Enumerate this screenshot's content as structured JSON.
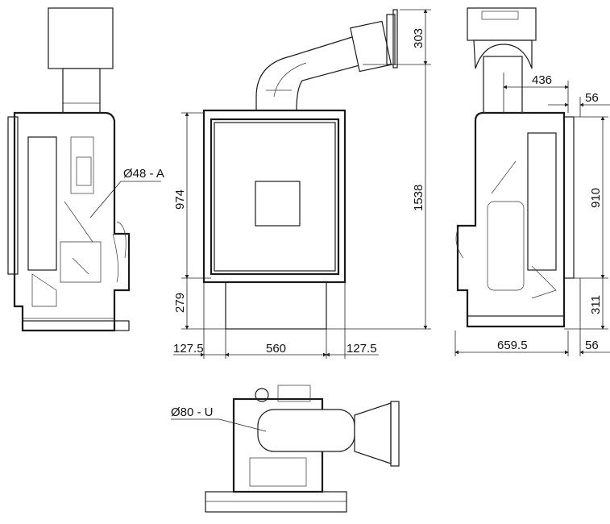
{
  "front_view": {
    "dim_flue_height": "303",
    "dim_total_height": "1538",
    "dim_glass_height": "974",
    "dim_base_height": "279",
    "dim_left_margin": "127.5",
    "dim_base_width": "560",
    "dim_right_margin": "127.5"
  },
  "left_view": {
    "label_air_inlet": "Ø48 - A"
  },
  "right_view": {
    "dim_flue_offset": "436",
    "dim_top_frame": "56",
    "dim_frame_height": "910",
    "dim_bottom_height": "311",
    "dim_depth": "659.5",
    "dim_bottom_frame": "56"
  },
  "top_view": {
    "label_flue_outlet": "Ø80 - U"
  }
}
